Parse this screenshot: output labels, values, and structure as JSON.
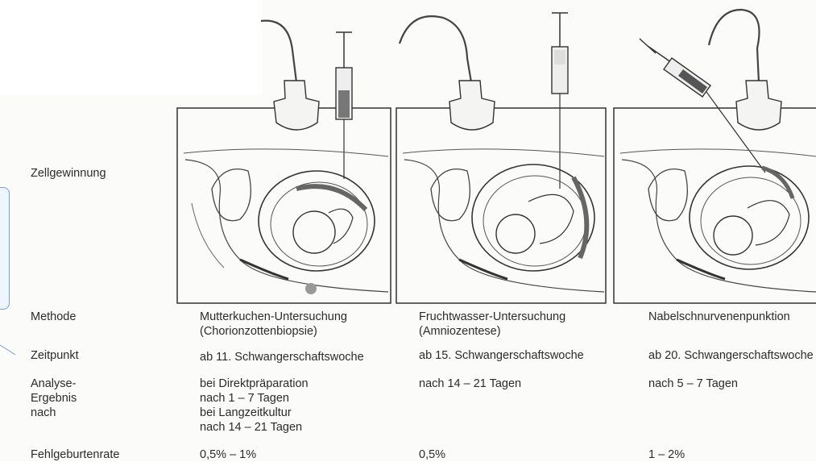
{
  "rows": {
    "zellgewinnung": "Zellgewinnung",
    "methode": "Methode",
    "zeitpunkt": "Zeitpunkt",
    "analyse": "Analyse-\nErgebnis\nnach",
    "fehlgeburtenrate": "Fehlgeburtenrate"
  },
  "methods": [
    {
      "name": "Mutterkuchen-Untersuchung\n(Chorionzottenbiopsie)",
      "time": "ab 11. Schwangerschaftswoche",
      "result": "bei Direktpräparation\nnach 1 – 7 Tagen\nbei Langzeitkultur\nnach 14 – 21 Tagen",
      "rate": "0,5% – 1%"
    },
    {
      "name": "Fruchtwasser-Untersuchung\n(Amniozentese)",
      "time": "ab 15. Schwangerschaftswoche",
      "result": "nach 14 – 21 Tagen",
      "rate": "0,5%"
    },
    {
      "name": "Nabelschnurvenenpunktion",
      "time": "ab 20. Schwangerschaftswoche",
      "result": "nach 5 – 7 Tagen",
      "rate": "1 – 2%"
    }
  ],
  "illustrations": [
    {
      "icon": "chorionic-villus-sampling-illustration"
    },
    {
      "icon": "amniocentesis-illustration"
    },
    {
      "icon": "cordocentesis-illustration"
    }
  ]
}
